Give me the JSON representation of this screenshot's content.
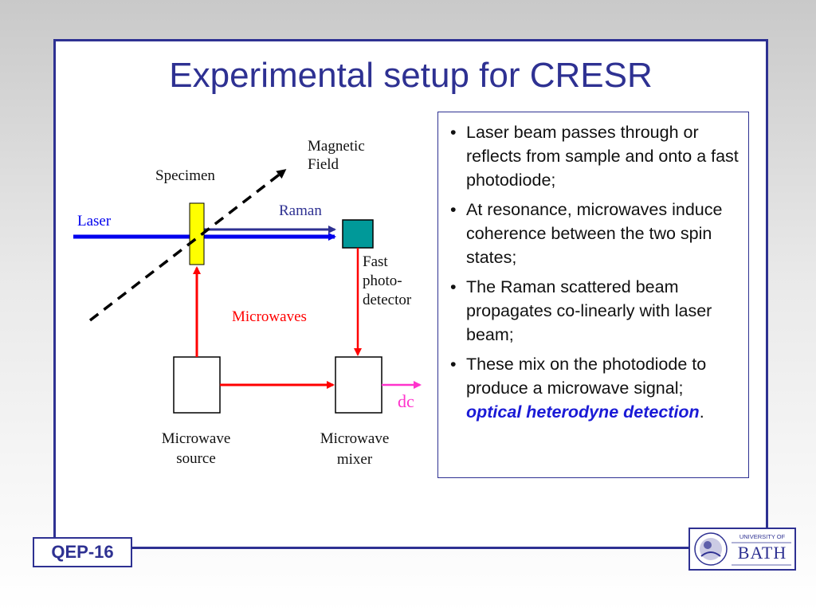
{
  "slide": {
    "title": "Experimental setup for CRESR",
    "footer_label": "QEP-16"
  },
  "diagram": {
    "labels": {
      "magnetic_field_line1": "Magnetic",
      "magnetic_field_line2": "Field",
      "specimen": "Specimen",
      "raman": "Raman",
      "laser": "Laser",
      "fast_line1": "Fast",
      "fast_line2": "photo-",
      "fast_line3": "detector",
      "microwaves": "Microwaves",
      "dc": "dc",
      "source_line1": "Microwave",
      "source_line2": "source",
      "mixer_line1": "Microwave",
      "mixer_line2": "mixer"
    },
    "colors": {
      "laser": "#0000ee",
      "raman": "#2e3192",
      "microwave": "#ff0000",
      "dc": "#ff33cc",
      "specimen": "#ffff00",
      "photodetector": "#009999"
    }
  },
  "notes": {
    "bullets": [
      {
        "text": "Laser beam passes through or reflects from sample and onto a fast photodiode;"
      },
      {
        "text": "At resonance, microwaves induce coherence between the two spin states;"
      },
      {
        "text": "The Raman scattered beam propagates co-linearly with laser beam;"
      },
      {
        "text": "These mix on the photodiode to produce a microwave signal; ",
        "emphasis": "optical heterodyne detection",
        "tail": "."
      }
    ]
  },
  "logo": {
    "line1": "UNIVERSITY OF",
    "line2": "BATH"
  }
}
